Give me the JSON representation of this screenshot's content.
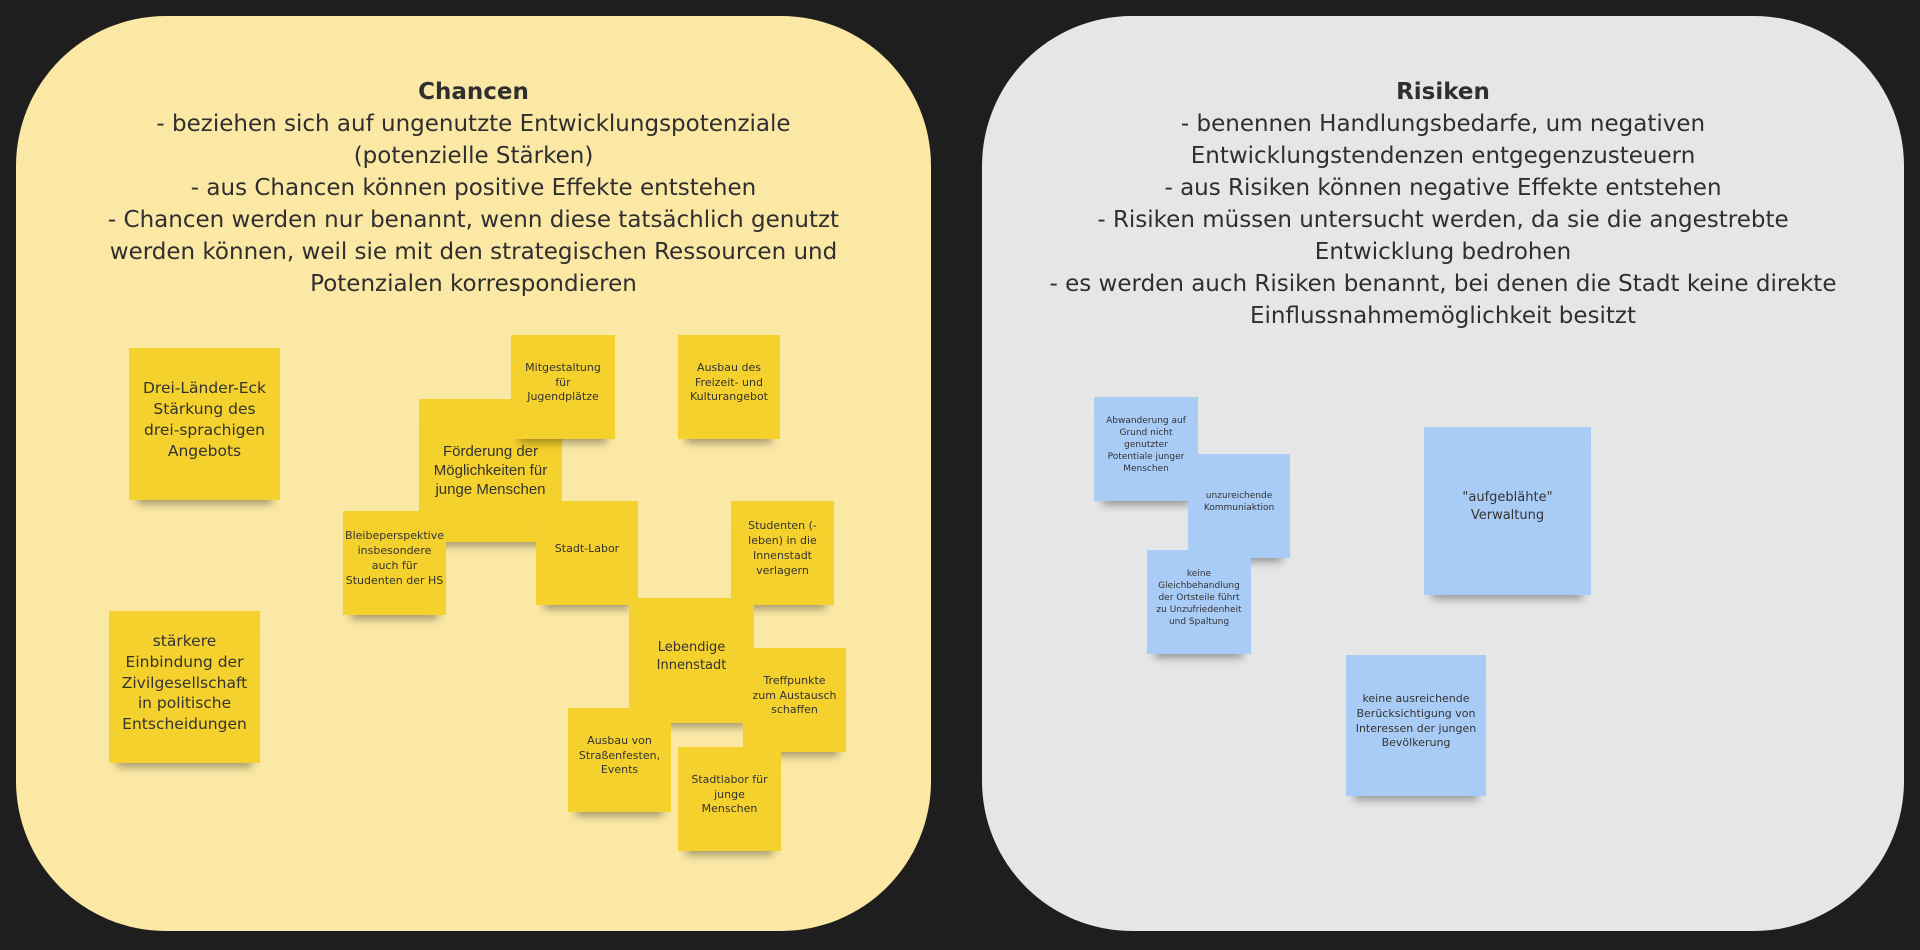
{
  "chancen": {
    "title": "Chancen",
    "lines": [
      "- beziehen sich auf ungenutzte Entwicklungspotenziale (potenzielle Stärken)",
      "- aus Chancen können positive Effekte entstehen",
      "- Chancen werden nur benannt, wenn diese tatsächlich genutzt werden können, weil sie mit den strategischen Ressourcen und Potenzialen korrespondieren"
    ],
    "notes": [
      "Drei-Länder-Eck Stärkung des drei-sprachigen Angebots",
      "Förderung der Möglichkeiten für junge Menschen",
      "Mitgestaltung für Jugendplätze",
      "Ausbau des Freizeit- und Kulturangebot",
      "Bleibeperspektive insbesondere auch für Studenten der HS",
      "Stadt-Labor",
      "Studenten (-leben) in die Innenstadt verlagern",
      "Lebendige Innenstadt",
      "Treffpunkte zum Austausch schaffen",
      "Ausbau von Straßenfesten, Events",
      "Stadtlabor für junge Menschen",
      "stärkere Einbindung der Zivilgesellschaft in politische Entscheidungen"
    ]
  },
  "risiken": {
    "title": "Risiken",
    "lines": [
      "- benennen Handlungsbedarfe, um negativen Entwicklungstendenzen entgegenzusteuern",
      "- aus  Risiken können negative Effekte entstehen",
      "- Risiken müssen untersucht werden, da sie die angestrebte Entwicklung bedrohen",
      "- es werden auch  Risiken benannt, bei denen die Stadt keine direkte Einflussnahmemöglichkeit besitzt"
    ],
    "notes": [
      "Abwanderung auf Grund nicht genutzter Potentiale junger Menschen",
      "unzureichende Kommuniaktion",
      "keine Gleichbehandlung der Ortsteile führt zu Unzufriedenheit und Spaltung",
      "\"aufgeblähte\" Verwaltung",
      "keine ausreichende Berücksichtigung von Interessen der jungen Bevölkerung"
    ]
  },
  "colors": {
    "chancen_bg": "#fbe8a5",
    "risiken_bg": "#e6e6e6",
    "yellow_note": "#f5d12e",
    "blue_note": "#a9ccf7"
  }
}
